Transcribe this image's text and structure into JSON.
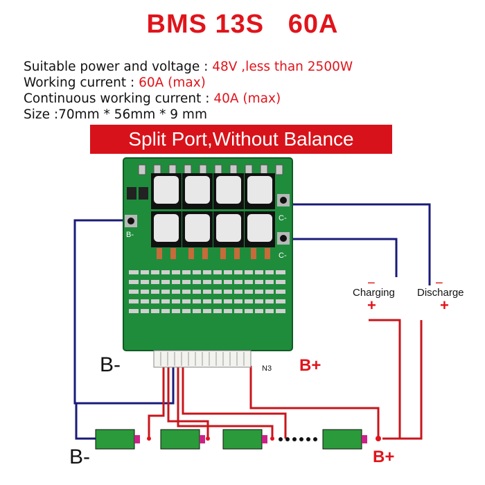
{
  "title": "BMS 13S   60A",
  "specs": [
    {
      "label": "Suitable power and voltage : ",
      "value": "48V ,less than 2500W"
    },
    {
      "label": "Working current : ",
      "value": "60A (max)"
    },
    {
      "label": "Continuous working current : ",
      "value": "40A (max)"
    },
    {
      "label": "Size :70mm * 56mm * 9 mm",
      "value": ""
    }
  ],
  "banner": "Split Port,Without Balance",
  "diagram": {
    "charging_label": "Charging",
    "discharge_label": "Discharge",
    "minus_sign": "−",
    "plus_sign": "+",
    "b_minus_board": "B-",
    "b_plus_board": "B+",
    "b_minus_bottom": "B-",
    "b_plus_bottom": "B+",
    "board_markings": {
      "connector": "N3",
      "port_b": "B-",
      "port_c1": "C-",
      "port_c2": "C-"
    }
  },
  "colors": {
    "accent_red": "#e0141b",
    "board_green": "#1f8c3c",
    "wire_blue": "#1a1a7a",
    "wire_red": "#c8151b",
    "cell_green": "#2a9a3a"
  },
  "icons": [
    "bms-board-image",
    "battery-cell-icon"
  ]
}
